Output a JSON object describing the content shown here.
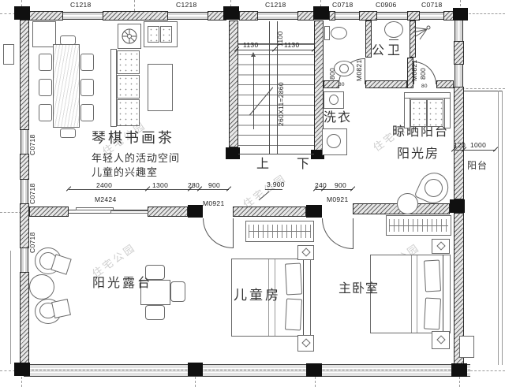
{
  "drawing": {
    "watermark": "住宅公园",
    "level_mark": "3.900"
  },
  "windows": {
    "top": [
      "C1218",
      "C1218",
      "C1218",
      "C0718",
      "C0906",
      "C0718"
    ],
    "left": [
      "C0718",
      "C0718",
      "C0718"
    ]
  },
  "doors": {
    "terrace_slider": "M2424",
    "kids_room": "M0921",
    "master_bedroom": "M0921",
    "bath_left": "M0821",
    "bath_right": "M0821"
  },
  "rooms": {
    "activity_title": "琴棋书画茶",
    "activity_sub1": "年轻人的活动空间",
    "activity_sub2": "儿童的兴趣室",
    "bathroom": "公卫",
    "laundry": "洗衣",
    "sunroom_line1": "晾晒阳台",
    "sunroom_line2": "阳光房",
    "balcony": "阳台",
    "terrace": "阳光露台",
    "kids_room": "儿童房",
    "master_bedroom": "主卧室",
    "stair_up": "上",
    "stair_down": "下"
  },
  "dims": {
    "stair_width_left": "1130",
    "stair_opening": "1100",
    "stair_width_right": "1130",
    "stair_run": "260X11=2860",
    "bath_left_door": "800",
    "bath_left_offset": "80",
    "bath_right_door": "800",
    "bath_right_offset": "80",
    "mid_row": [
      "2400",
      "1300",
      "280",
      "900"
    ],
    "mid_row2": [
      "240",
      "900"
    ],
    "balcony_gap": "120",
    "balcony_width": "1000"
  }
}
